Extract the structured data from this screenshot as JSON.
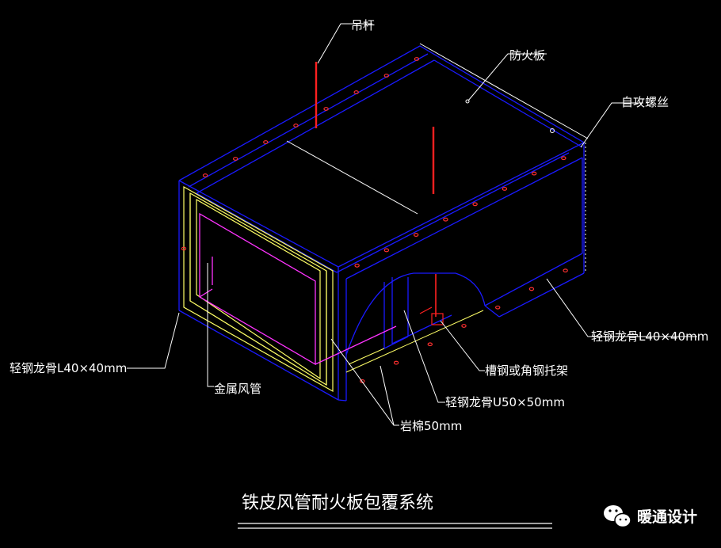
{
  "labels": {
    "hanger_rod": "吊杆",
    "fireproof_board": "防火板",
    "self_tapping_screw": "自攻螺丝",
    "light_steel_keel_left": "轻钢龙骨L40×40mm",
    "light_steel_keel_right": "轻钢龙骨L40×40mm",
    "metal_duct": "金属风管",
    "channel_bracket": "槽钢或角钢托架",
    "light_steel_keel_u": "轻钢龙骨U50×50mm",
    "rock_wool": "岩棉50mm"
  },
  "title": "铁皮风管耐火板包覆系统",
  "watermark": {
    "text": "暖通设计",
    "icon": "wechat-icon"
  },
  "colors": {
    "background": "#000000",
    "outline": "#1a1aff",
    "frame": "#ffff66",
    "duct": "#ff33ff",
    "rod": "#ff2020",
    "screw": "#ff3030",
    "leader": "#ffffff"
  }
}
